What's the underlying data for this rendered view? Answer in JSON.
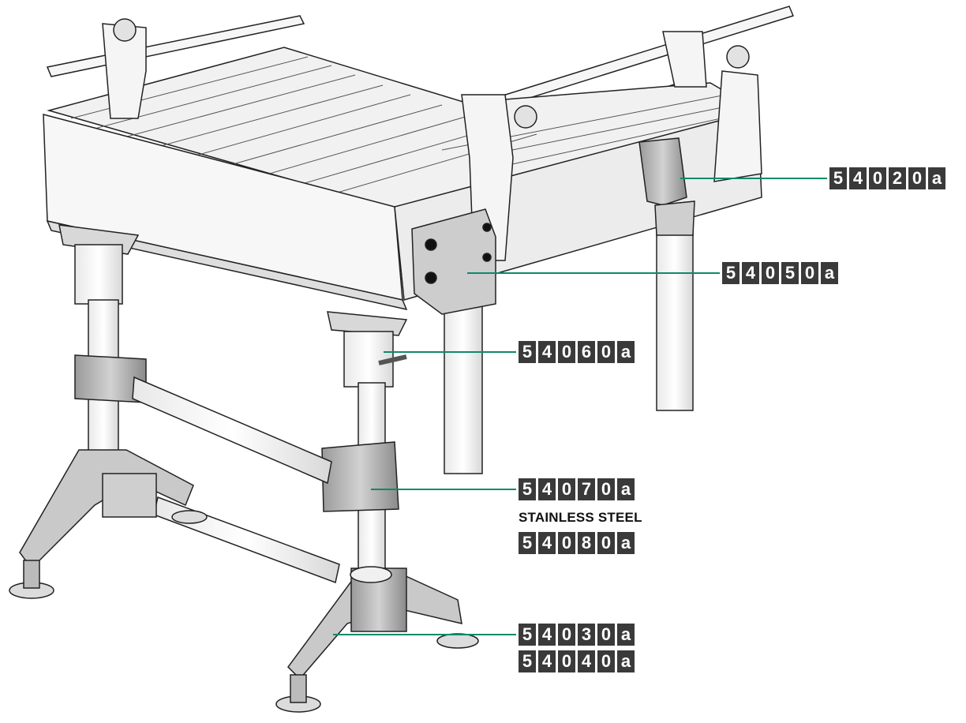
{
  "colors": {
    "leader": "#0e8a6a",
    "label_bg": "#3a3a3a",
    "line": "#222222",
    "metal": "#cfcfcf",
    "panel": "#f4f4f4"
  },
  "callouts": [
    {
      "id": "c1",
      "code": "54020a"
    },
    {
      "id": "c2",
      "code": "54050a"
    },
    {
      "id": "c3",
      "code": "54060a"
    },
    {
      "id": "c4",
      "code": "54070a"
    },
    {
      "id": "c5",
      "code": "54080a"
    },
    {
      "id": "c6",
      "code": "54030a"
    },
    {
      "id": "c7",
      "code": "54040a"
    }
  ],
  "material_note": "STAINLESS STEEL"
}
